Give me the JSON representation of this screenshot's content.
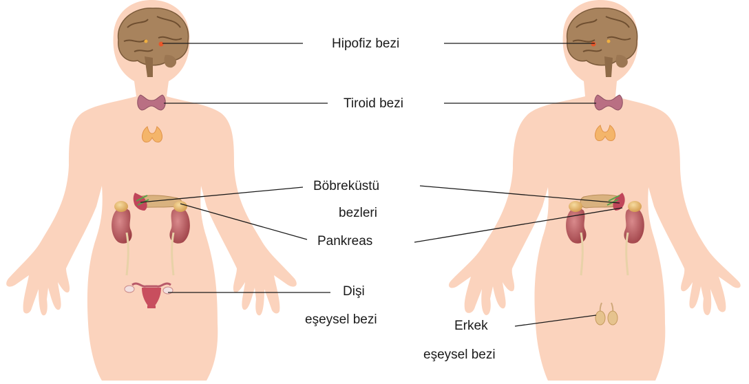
{
  "labels": {
    "hipofiz": "Hipofiz bezi",
    "tiroid": "Tiroid bezi",
    "bobrekustu_1": "Böbreküstü",
    "bobrekustu_2": "bezleri",
    "pankreas": "Pankreas",
    "disi_1": "Dişi",
    "disi_2": "eşeysel bezi",
    "erkek_1": "Erkek",
    "erkek_2": "eşeysel bezi"
  },
  "colors": {
    "skin": "#fbd3bd",
    "brain": "#a8835d",
    "thyroid": "#b96f83",
    "thymus": "#f4b56a",
    "kidney": "#b9565a",
    "adrenal": "#e6b56c",
    "pancreas": "#d9b27f",
    "leader_line": "#1a1a1a"
  },
  "figures": [
    "female-body",
    "male-body"
  ]
}
